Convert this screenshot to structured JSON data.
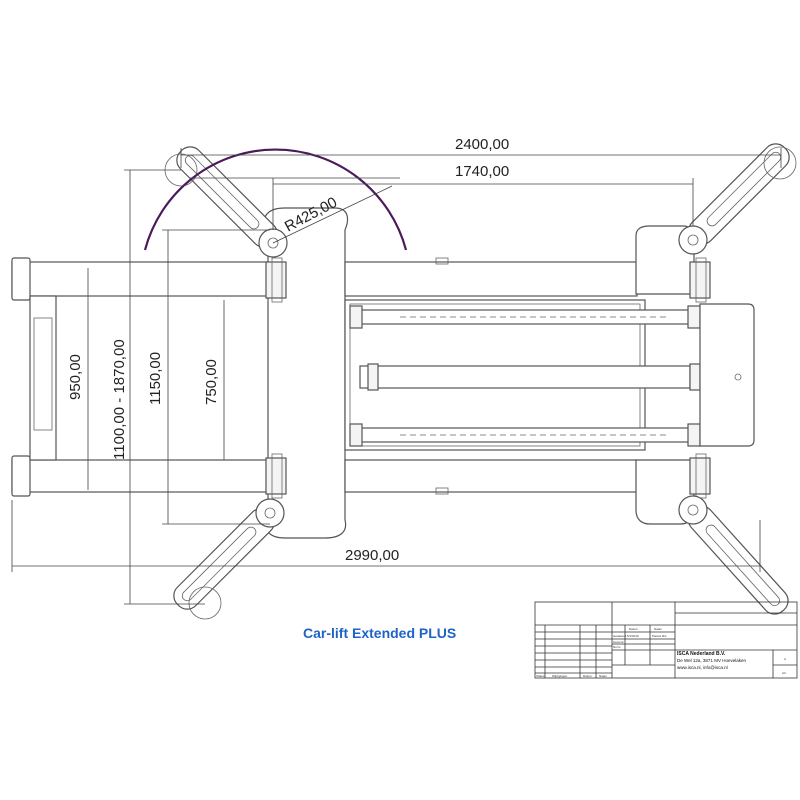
{
  "colors": {
    "title": "#1f63c6",
    "arc": "#4a1a5a",
    "line": "#555555"
  },
  "dimensions": {
    "d2400": "2400,00",
    "d1740": "1740,00",
    "r425": "R425,00",
    "d950": "950,00",
    "d1100_1870": "1100,00 - 1870,00",
    "d1150": "1150,00",
    "d750": "750,00",
    "d2990": "2990,00"
  },
  "title": "Car-lift Extended PLUS",
  "title_block": {
    "company": "ISCA Nederland B.V.",
    "address": "De Wel 12a, 3871 MV Hoevelaken",
    "contact": "www.isca.nl, info@isca.nl",
    "col_datum": "Datum",
    "col_naam": "Naam",
    "getekend_label": "Getekend",
    "getekend_date": "5/1/2016",
    "getekend_name": "Paulus Ris",
    "gecontroleerd_label": "Gecontr.",
    "norm_label": "Norm",
    "status_label": "Status",
    "wijzigingen_label": "Wijzigingen",
    "datum_label": "Datum",
    "naam_label": "Naam",
    "sheet_label": "A",
    "sheet_num": "A3"
  }
}
